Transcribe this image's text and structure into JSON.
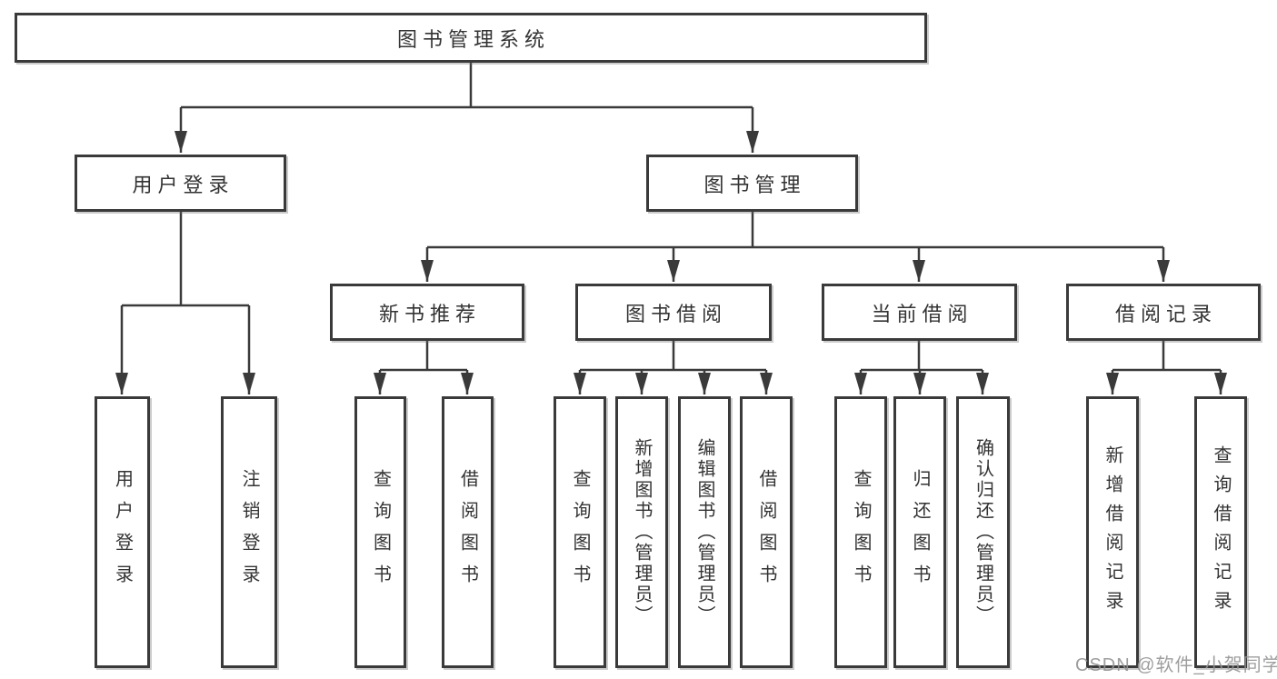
{
  "diagram": {
    "root": {
      "label": "图书管理系统"
    },
    "branches": [
      {
        "label": "用户登录",
        "children": [
          {
            "label": "用户登录"
          },
          {
            "label": "注销登录"
          }
        ]
      },
      {
        "label": "图书管理",
        "children": [
          {
            "label": "新书推荐",
            "children": [
              {
                "label": "查询图书"
              },
              {
                "label": "借阅图书"
              }
            ]
          },
          {
            "label": "图书借阅",
            "children": [
              {
                "label": "查询图书"
              },
              {
                "label": "新增图书（管理员）"
              },
              {
                "label": "编辑图书（管理员）"
              },
              {
                "label": "借阅图书"
              }
            ]
          },
          {
            "label": "当前借阅",
            "children": [
              {
                "label": "查询图书"
              },
              {
                "label": "归还图书"
              },
              {
                "label": "确认归还（管理员）"
              }
            ]
          },
          {
            "label": "借阅记录",
            "children": [
              {
                "label": "新增借阅记录"
              },
              {
                "label": "查询借阅记录"
              }
            ]
          }
        ]
      }
    ]
  },
  "watermark": {
    "text": "CSDN @软件_小贺同学"
  },
  "colors": {
    "line": "#3a3a3a",
    "box_border": "#3a3a3a",
    "text": "#333333",
    "watermark": "#949494",
    "background": "#ffffff"
  }
}
